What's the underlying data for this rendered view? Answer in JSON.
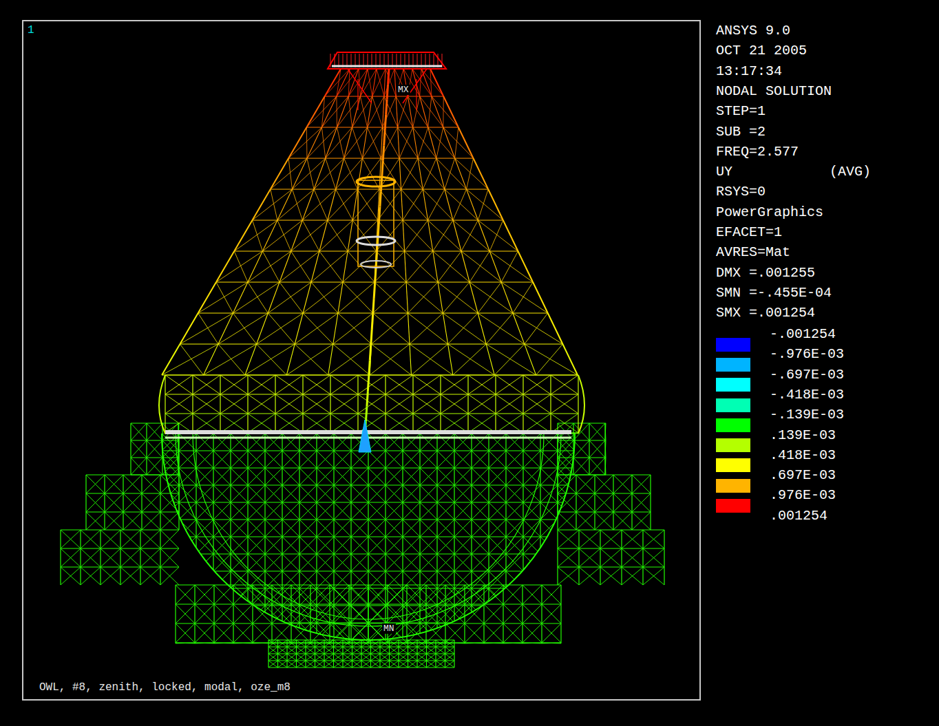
{
  "diagram": {
    "caption": "OWL, #8, zenith, locked, modal, oze_m8",
    "labels": [
      "1",
      "ANSYS 9.0",
      "OCT 21 2005",
      "13:17:34",
      "NODAL SOLUTION",
      "STEP=1",
      "SUB =2",
      "FREQ=2.577",
      "UY",
      "(AVG)",
      "RSYS=0",
      "PowerGraphics",
      "EFACET=1",
      "AVRES=Mat",
      "DMX =.001255",
      "SMN =-.455E-04",
      "SMX =.001254",
      "-.001254",
      "MX",
      "MN"
    ],
    "legend": [
      {
        "text": "-.976E-03",
        "color": "#0000ff"
      },
      {
        "text": "-.697E-03",
        "color": "#00b4ff"
      },
      {
        "text": "-.418E-03",
        "color": "#00ffff"
      },
      {
        "text": "-.139E-03",
        "color": "#00ffb4"
      },
      {
        "text": ".139E-03",
        "color": "#00ff00"
      },
      {
        "text": ".418E-03",
        "color": "#b4ff00"
      },
      {
        "text": ".697E-03",
        "color": "#ffff00"
      },
      {
        "text": ".976E-03",
        "color": "#ffb400"
      },
      {
        "text": ".001254",
        "color": "#ff0000"
      }
    ]
  }
}
